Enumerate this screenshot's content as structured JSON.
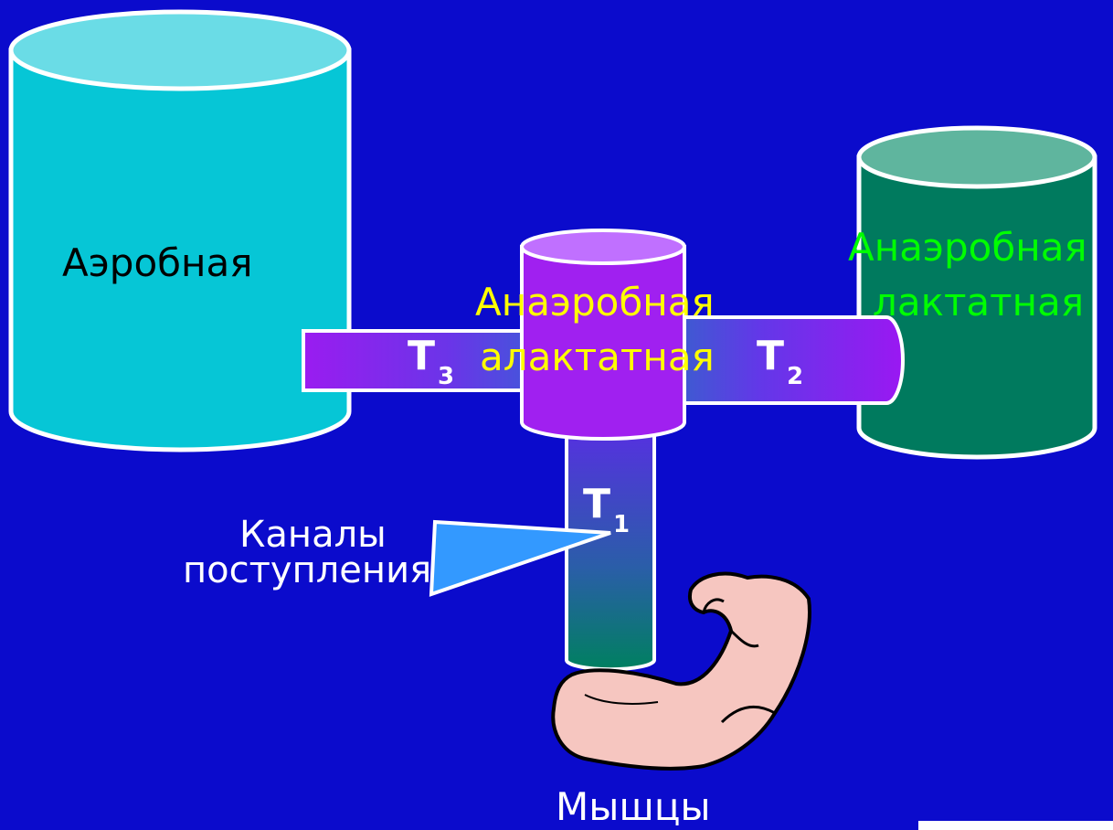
{
  "labels": {
    "aerobic": "Аэробная",
    "alactic_line1": "Анаэробная",
    "alactic_line2": "алактатная",
    "lactic_line1": "Анаэробная",
    "lactic_line2": "лактатная",
    "channels_line1": "Каналы",
    "channels_line2": "поступления",
    "muscles": "Мышцы"
  },
  "pipes": {
    "t1": {
      "letter": "T",
      "index": "1"
    },
    "t2": {
      "letter": "T",
      "index": "2"
    },
    "t3": {
      "letter": "T",
      "index": "3"
    }
  },
  "colors": {
    "background": "#0b0bcc",
    "aerobic_tank": "#06c6d6",
    "aerobic_tank_top": "#6adce6",
    "alactic_tank": "#a020f0",
    "alactic_tank_top": "#c070ff",
    "lactic_tank": "#007a5e",
    "lactic_tank_top": "#5fb59e",
    "text_yellow": "#ffff00",
    "text_green": "#00ff00",
    "text_white": "#ffffff",
    "text_black": "#000000",
    "pointer": "#3399ff"
  },
  "icons": [
    "muscle-arm-icon",
    "pointer-arrow-icon"
  ]
}
